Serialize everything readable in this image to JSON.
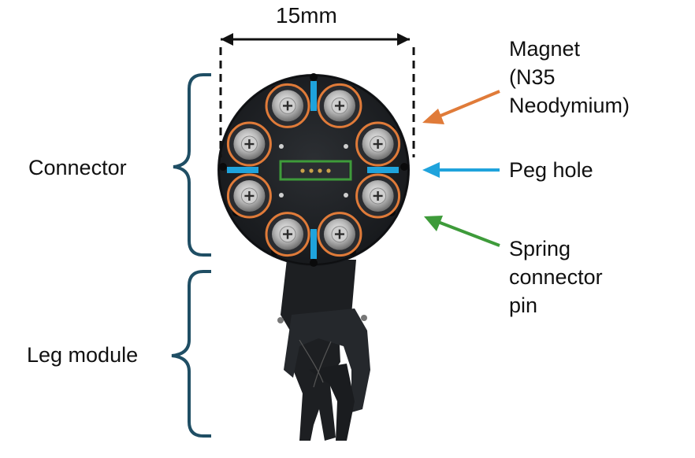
{
  "labels": {
    "dimension": "15mm",
    "connector": "Connector",
    "leg_module": "Leg module",
    "magnet": [
      "Magnet",
      "(N35",
      "Neodymium)"
    ],
    "peg_hole": "Peg hole",
    "spring_pin": [
      "Spring",
      "connector",
      "pin"
    ]
  },
  "colors": {
    "magnet": "#E07B39",
    "peg_hole": "#1FA3DC",
    "spring_pin": "#3E9B3A",
    "bracket": "#1F4E64",
    "dimension": "#111111"
  }
}
